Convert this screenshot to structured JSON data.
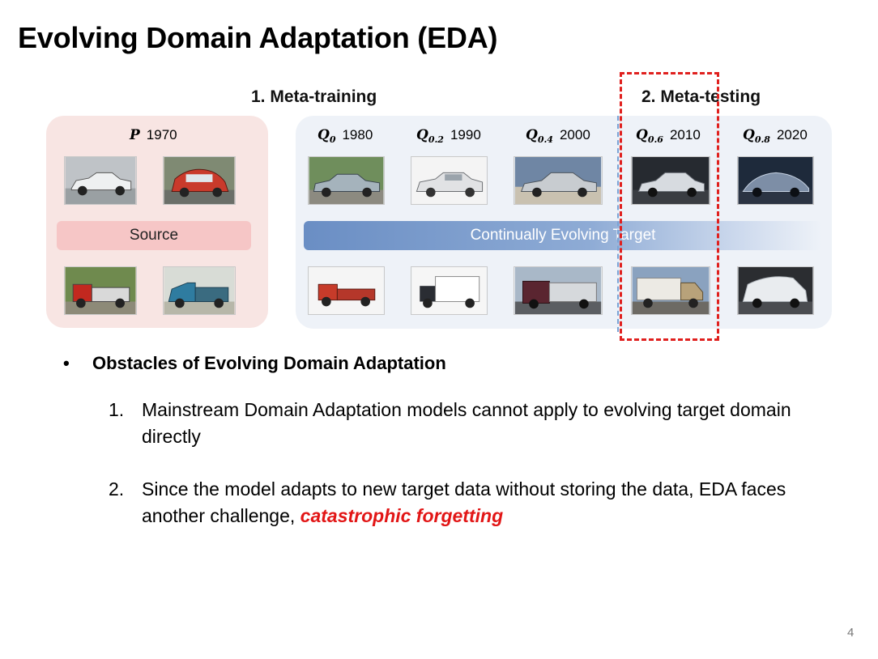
{
  "slide": {
    "title": "Evolving Domain Adaptation (EDA)",
    "page_number": "4"
  },
  "figure": {
    "meta_training_label": "1. Meta-training",
    "meta_testing_label": "2. Meta-testing",
    "source_domain": {
      "symbol": "P",
      "year": "1970"
    },
    "target_domains": [
      {
        "symbol": "Q",
        "sub": "0",
        "year": "1980"
      },
      {
        "symbol": "Q",
        "sub": "0.2",
        "year": "1990"
      },
      {
        "symbol": "Q",
        "sub": "0.4",
        "year": "2000"
      },
      {
        "symbol": "Q",
        "sub": "0.6",
        "year": "2010"
      },
      {
        "symbol": "Q",
        "sub": "0.8",
        "year": "2020"
      }
    ],
    "source_bar_label": "Source",
    "target_bar_label": "Continually Evolving Target"
  },
  "obstacles": {
    "heading": "Obstacles of Evolving Domain Adaptation",
    "bullet": "•",
    "items": [
      {
        "num": "1.",
        "text": "Mainstream Domain Adaptation models cannot apply to evolving target domain directly"
      },
      {
        "num": "2.",
        "text_before": "Since the model adapts to new target data without storing the data, EDA faces another challenge, ",
        "highlight": "catastrophic forgetting"
      }
    ]
  },
  "colors": {
    "accent_red": "#e21616",
    "dashed_box": "#e0201e",
    "source_panel": "#f8e5e3",
    "target_panel": "#eef2f8",
    "target_bar": "#6a8ec4"
  }
}
